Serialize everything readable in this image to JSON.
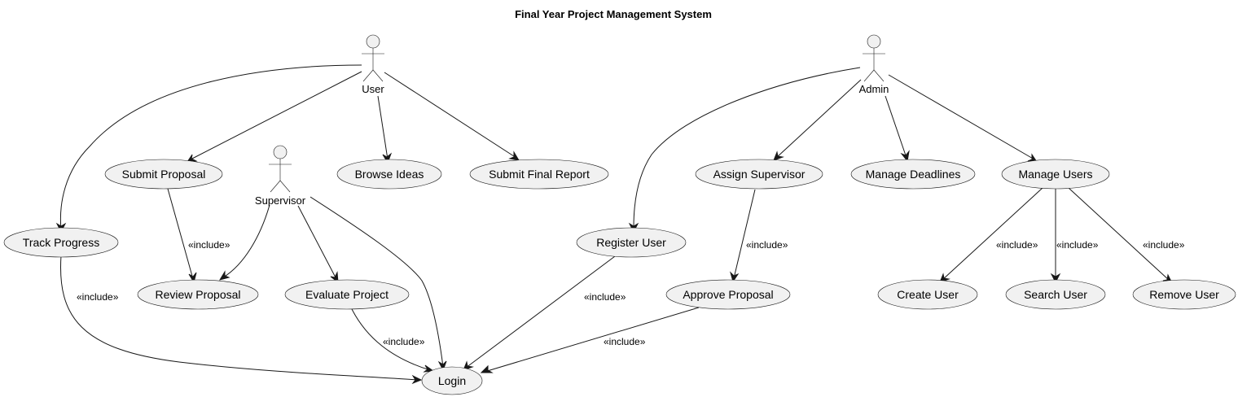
{
  "diagram": {
    "title": "Final Year Project Management System",
    "actors": {
      "user": "User",
      "supervisor": "Supervisor",
      "admin": "Admin"
    },
    "use_cases": {
      "submit_proposal": "Submit Proposal",
      "browse_ideas": "Browse Ideas",
      "submit_final_report": "Submit Final Report",
      "track_progress": "Track Progress",
      "review_proposal": "Review Proposal",
      "evaluate_project": "Evaluate Project",
      "login": "Login",
      "register_user": "Register User",
      "assign_supervisor": "Assign Supervisor",
      "approve_proposal": "Approve Proposal",
      "manage_deadlines": "Manage Deadlines",
      "manage_users": "Manage Users",
      "create_user": "Create User",
      "search_user": "Search User",
      "remove_user": "Remove User"
    },
    "stereotype": "«include»"
  }
}
